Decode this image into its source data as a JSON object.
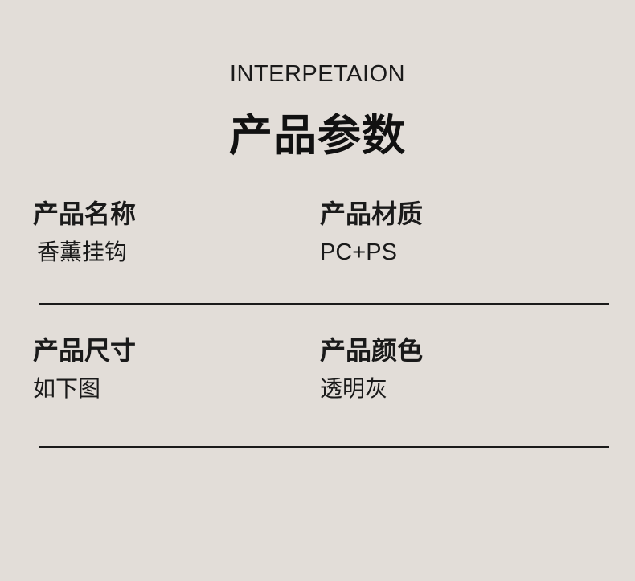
{
  "header": {
    "subtitle": "INTERPETAION",
    "title": "产品参数"
  },
  "specs": [
    {
      "label": "产品名称",
      "value": "香薰挂钩"
    },
    {
      "label": "产品材质",
      "value": "PC+PS"
    },
    {
      "label": "产品尺寸",
      "value": "如下图"
    },
    {
      "label": "产品颜色",
      "value": "透明灰"
    }
  ],
  "colors": {
    "background": "#e2ddd8",
    "text": "#1a1a1a",
    "divider": "#1a1a1a"
  }
}
